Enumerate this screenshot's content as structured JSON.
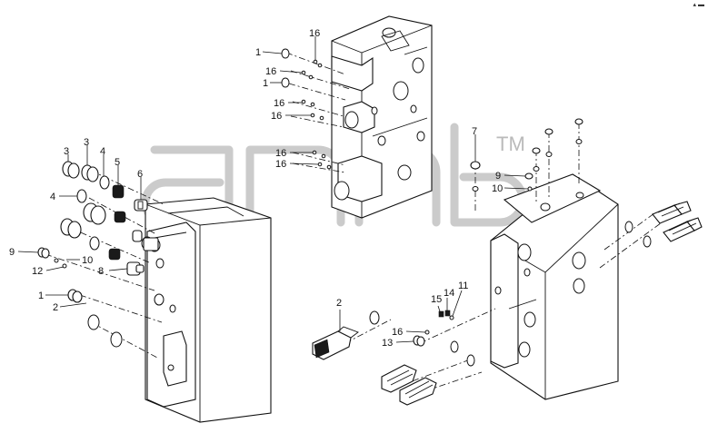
{
  "diagram": {
    "watermark": {
      "text": "ТМ"
    },
    "corner_mark": "▴ ▬",
    "callouts": [
      {
        "id": "c16a",
        "label": "16"
      },
      {
        "id": "c1a",
        "label": "1"
      },
      {
        "id": "c16b",
        "label": "16"
      },
      {
        "id": "c1b",
        "label": "1"
      },
      {
        "id": "c16c",
        "label": "16"
      },
      {
        "id": "c16d",
        "label": "16"
      },
      {
        "id": "c16e",
        "label": "16"
      },
      {
        "id": "c16f",
        "label": "16"
      },
      {
        "id": "c3a",
        "label": "3"
      },
      {
        "id": "c3b",
        "label": "3"
      },
      {
        "id": "c4a",
        "label": "4"
      },
      {
        "id": "c5",
        "label": "5"
      },
      {
        "id": "c6",
        "label": "6"
      },
      {
        "id": "c4b",
        "label": "4"
      },
      {
        "id": "c9a",
        "label": "9"
      },
      {
        "id": "c10a",
        "label": "10"
      },
      {
        "id": "c12",
        "label": "12"
      },
      {
        "id": "c8",
        "label": "8"
      },
      {
        "id": "c1c",
        "label": "1"
      },
      {
        "id": "c2a",
        "label": "2"
      },
      {
        "id": "c7",
        "label": "7"
      },
      {
        "id": "c9b",
        "label": "9"
      },
      {
        "id": "c10b",
        "label": "10"
      },
      {
        "id": "c2b",
        "label": "2"
      },
      {
        "id": "c15",
        "label": "15"
      },
      {
        "id": "c14",
        "label": "14"
      },
      {
        "id": "c11",
        "label": "11"
      },
      {
        "id": "c16g",
        "label": "16"
      },
      {
        "id": "c13",
        "label": "13"
      }
    ]
  }
}
